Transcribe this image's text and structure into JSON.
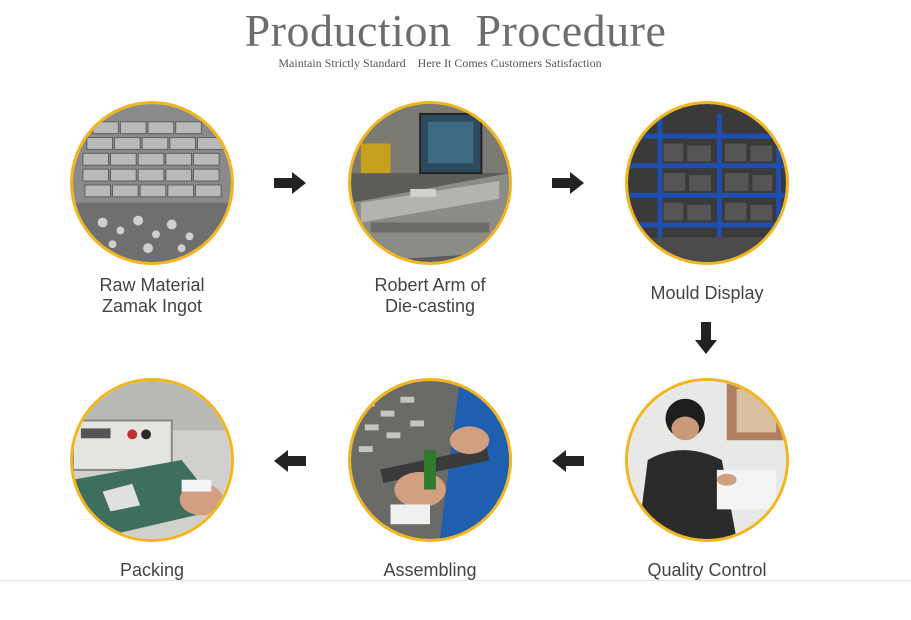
{
  "header": {
    "title": "Production  Procedure",
    "subtitle": "Maintain Strictly Standard    Here It Comes Customers Satisfaction"
  },
  "steps": [
    {
      "label_line1": "Raw Material",
      "label_line2": "Zamak Ingot"
    },
    {
      "label_line1": "Robert Arm of",
      "label_line2": "Die-casting"
    },
    {
      "label_line1": "Mould Display",
      "label_line2": ""
    },
    {
      "label_line1": "Quality Control",
      "label_line2": ""
    },
    {
      "label_line1": "Assembling",
      "label_line2": ""
    },
    {
      "label_line1": "Packing",
      "label_line2": ""
    }
  ],
  "colors": {
    "ring": "#f2b51c",
    "arrow": "#222222"
  }
}
